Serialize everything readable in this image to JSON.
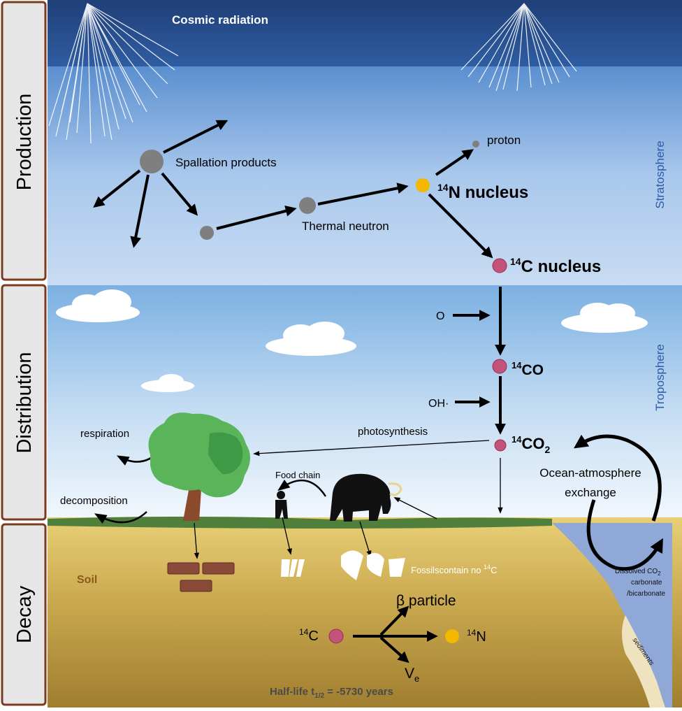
{
  "sections": {
    "production": "Production",
    "distribution": "Distribution",
    "decay": "Decay"
  },
  "layers": {
    "stratosphere": "Stratosphere",
    "troposphere": "Troposphere"
  },
  "labels": {
    "cosmic_radiation": "Cosmic radiation",
    "spallation_products": "Spallation products",
    "thermal_neutron": "Thermal neutron",
    "proton": "proton",
    "n14_nucleus_sup": "14",
    "n14_nucleus_text": "N nucleus",
    "c14_nucleus_sup": "14",
    "c14_nucleus_text": "C nucleus",
    "o": "O",
    "co_sup": "14",
    "co_text": "CO",
    "oh": "OH·",
    "co2_sup": "14",
    "co2_text": "CO",
    "co2_sub": "2",
    "photosynthesis": "photosynthesis",
    "respiration": "respiration",
    "decomposition": "decomposition",
    "food_chain": "Food chain",
    "ocean_exchange_1": "Ocean-atmosphere",
    "ocean_exchange_2": "exchange",
    "fossils_text": "Fossilscontain no ",
    "fossils_sup": "14",
    "fossils_c": "C",
    "dissolved_1": "Dissolved CO",
    "dissolved_sub": "2",
    "dissolved_2": "carbonate",
    "dissolved_3": "/bicarbonate",
    "sediments": "sediments",
    "soil": "Soil",
    "decay_c_sup": "14",
    "decay_c": "C",
    "decay_n_sup": "14",
    "decay_n": "N",
    "beta_particle": "β particle",
    "neutrino": "V",
    "neutrino_sub": "e",
    "half_life_prefix": "Half-life t",
    "half_life_sub": "1/2",
    "half_life_value": " = -5730  years"
  },
  "colors": {
    "section_border": "#7a3b1e",
    "stratosphere_text": "#2e5aa8",
    "c14_particle": "#c2537a",
    "n14_particle": "#f5b800",
    "neutron": "#7f7f7f",
    "tree_canopy": "#5ab55a",
    "trunk": "#8b4a2b",
    "grass": "#4f7f3a",
    "soil": "#c9a84f",
    "ocean": "#8fa8d8"
  }
}
